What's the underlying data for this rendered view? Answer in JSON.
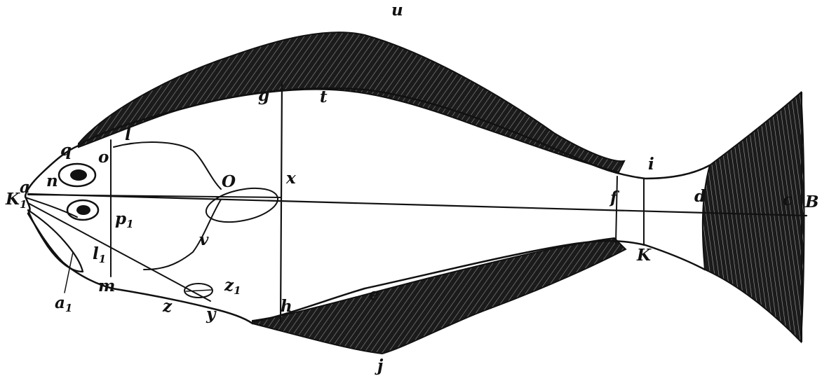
{
  "labels": {
    "u": "u",
    "g": "g",
    "t": "t",
    "q": "q",
    "o": "o",
    "l": "l",
    "n": "n",
    "a": "a",
    "x": "x",
    "O": "O",
    "k": "K",
    "k_sub": "1",
    "p": "p",
    "p_sub": "1",
    "v": "v",
    "l1": "l",
    "l1_sub": "1",
    "a1": "a",
    "a1_sub": "1",
    "m": "m",
    "z": "z",
    "y": "y",
    "z1": "z",
    "z1_sub": "1",
    "h": "h",
    "e": "e",
    "j": "j",
    "i": "i",
    "f": "f",
    "K2": "K",
    "d": "d",
    "c": "c",
    "B": "B"
  },
  "colors": {
    "ink": "#111111",
    "fin_fill": "#1b1b1b",
    "background": "#ffffff"
  }
}
